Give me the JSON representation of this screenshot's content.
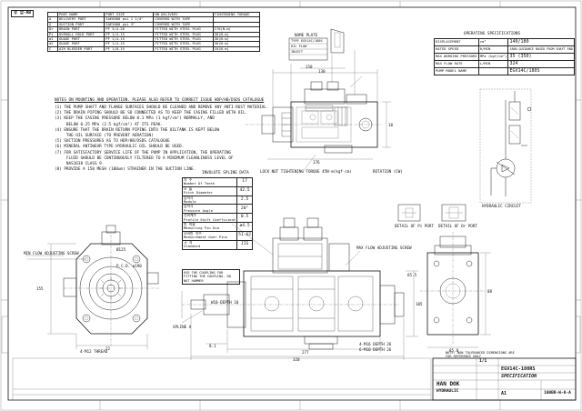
{
  "sheet": {
    "tag": "유 압-HB"
  },
  "port_table": {
    "headers": [
      "PORT NAME",
      "PORT SIZE",
      "ON DELIVERY",
      "TIGHTENING TORQUE"
    ],
    "rows": [
      {
        "id": "A",
        "name": "DELIVERY PORT",
        "size": "SAE6000 psi 1 1/4\"",
        "delivery": "COVERED WITH TAPE",
        "torque": ""
      },
      {
        "id": "S",
        "name": "SUCTION PORT",
        "size": "SAE3000 psi 3\"",
        "delivery": "COVERED WITH TAPE",
        "torque": ""
      },
      {
        "id": "Dr",
        "name": "DRAIN PORT",
        "size": "PF 3/4-20",
        "delivery": "FITTED WITH STEEL PLUG",
        "torque": "170(N-m)"
      },
      {
        "id": "Pi",
        "name": "OVERALL HOLD PORT",
        "size": "PF 1/4-15",
        "delivery": "FITTED WITH STEEL PLUG",
        "torque": "36(N-m)"
      },
      {
        "id": "a1",
        "name": "GUAGE PORT",
        "size": "PF 1/4-15",
        "delivery": "FITTED WITH STEEL PLUG",
        "torque": "36(N-m)"
      },
      {
        "id": "a2",
        "name": "GUAGE PORT",
        "size": "PF 1/4-15",
        "delivery": "FITTED WITH STEEL PLUG",
        "torque": "36(N-m)"
      },
      {
        "id": "C",
        "name": "AIR BLEEDER PORT",
        "size": "PF 1/8-15",
        "delivery": "FITTED WITH STEEL PLUG",
        "torque": "10(N-m)"
      }
    ]
  },
  "notes": {
    "heading": "NOTES ON MOUNTING AND OPERATION. PLEASE ALSO REFER TO CORRECT ISSUE HDP/HB/DSDS CATALOGUE",
    "items": [
      "(1) THE PUMP SHAFT AND FLANGE SURFACES SHOULD BE CLEANED AND REMOVE ANY ANTI-RUST MATERIAL.",
      "(2) THE DRAIN PIPING SHOULD BE SO CONNECTED AS TO KEEP THE CASING FILLED WITH OIL.",
      "(3) KEEP THE CASING PRESSURE BELOW 0.1 MPa (1 kgf/cm²) NORMALLY, AND",
      "     BELOW 0.25 MPa (2.5 kgf/cm²) AT ITS PEAK.",
      "(4) ENSURE THAT THE DRAIN RETURN PIPING INTO THE OILTANK IS KEPT BELOW",
      "     THE OIL SURFACE (TO PREVENT AERATION)",
      "(5) SUCTION PRESSURES AS TO HDP/HB/DSDS CATALOGUE",
      "(6) MINERAL ANTIWEAR TYPE HYDRAULIC OIL SHOULD BE USED.",
      "(7) FOR SATISFACTORY SERVICE LIFE OF THE PUMP IN APPLICATION, THE OPERATING",
      "     FLUID SHOULD BE CONTINUOUSLY FILTERED TO A MINIMUM CLEANLINESS LEVEL OF",
      "     NAS1638 CLASS 9.",
      "(8) PROVIDE A 150 MESH (100um) STRAINER IN THE SUCTION LINE."
    ]
  },
  "spline": {
    "title": "INVOLUTE SPLINE DATA",
    "rows": [
      {
        "label": "치 수\nNumber Of Teeth",
        "value": "17"
      },
      {
        "label": "모 듈\nPitch Diameter",
        "value": "42.5"
      },
      {
        "label": "압력각\nModule",
        "value": "2.5"
      },
      {
        "label": "압력각\nPressure Angle",
        "value": "20°"
      },
      {
        "label": "전위계수\nProfile Shift Coefficient",
        "value": "0.5"
      },
      {
        "label": "핀 지름\nMeasuring Pin Dia",
        "value": "ø4.5"
      },
      {
        "label": "오버핀 치수\nMeasurement Over Pins",
        "value": "51.62"
      },
      {
        "label": "규 격\nStandard",
        "value": "JIS"
      }
    ],
    "note": "USE THE COUPLING FOR FITTING THE COUPLING. DO NOT HAMMER"
  },
  "spec": {
    "title": "OPERATING SPECIFICATIONS",
    "rows": [
      {
        "k": "DISPLACEMENT",
        "u": "cm³",
        "v": "140/180"
      },
      {
        "k": "RATED SPEED",
        "u": "R/MIN",
        "v": "1800-GUIDANCE BASED FROM SHAFT END"
      },
      {
        "k": "MAX WORKING PRESSURE",
        "u": "MPa (kgf/cm²)",
        "v": "35 (350)"
      },
      {
        "k": "MAX FLOW RATE",
        "u": "L/MIN",
        "v": "324"
      },
      {
        "k": "PUMP MODEL NAME",
        "u": "",
        "v": "EGV14C/180S"
      }
    ],
    "nameplate": [
      "TYPE EGV14C/180S",
      "OIL FLOW",
      "INJECT"
    ]
  },
  "labels": {
    "shaft_rot": "ROTATION (CW)",
    "hydraulic_circuit": "HYDRAULIC CIRCUIT",
    "detail_pi": "DETAIL OF Pi PORT",
    "detail_dr": "DETAIL OF Dr PORT",
    "min_flow": "MIN FLOW ADJUSTING SCREW",
    "max_flow": "MAX FLOW ADJUSTING SCREW",
    "lock_nut": "LOCK NUT TIGHTENING TORQUE 45N·m(kgf·cm)",
    "name_plate": "NAME PLATE",
    "spline_a": "SPLINE A",
    "mounting_flange": "4-M12 THREAD",
    "depth": "4-M16 DEPTH 26",
    "depth2": "6-M10 DEPTH 26",
    "keyslot": "W10·DEPTH 10",
    "pcd": "P.C.D. ø190",
    "note_tol": "NOTE: NON TOLERANCED DIMENSIONS ARE FOR REFERENCE ONLY",
    "dims": [
      "130",
      "150",
      "10",
      "176",
      "155",
      "320",
      "277",
      "105",
      "8.1",
      "88",
      "85.8",
      "Ø125",
      "22",
      "65.5"
    ]
  },
  "title_block": {
    "company": "HAN DOK",
    "company_sub": "HYDRAULIC",
    "drawing_no": "EGV14C-180RS",
    "title": "SPECIFICATION",
    "sheet": "A1",
    "sheet_no": "100BR-W-0-A",
    "scale": "1/1"
  }
}
